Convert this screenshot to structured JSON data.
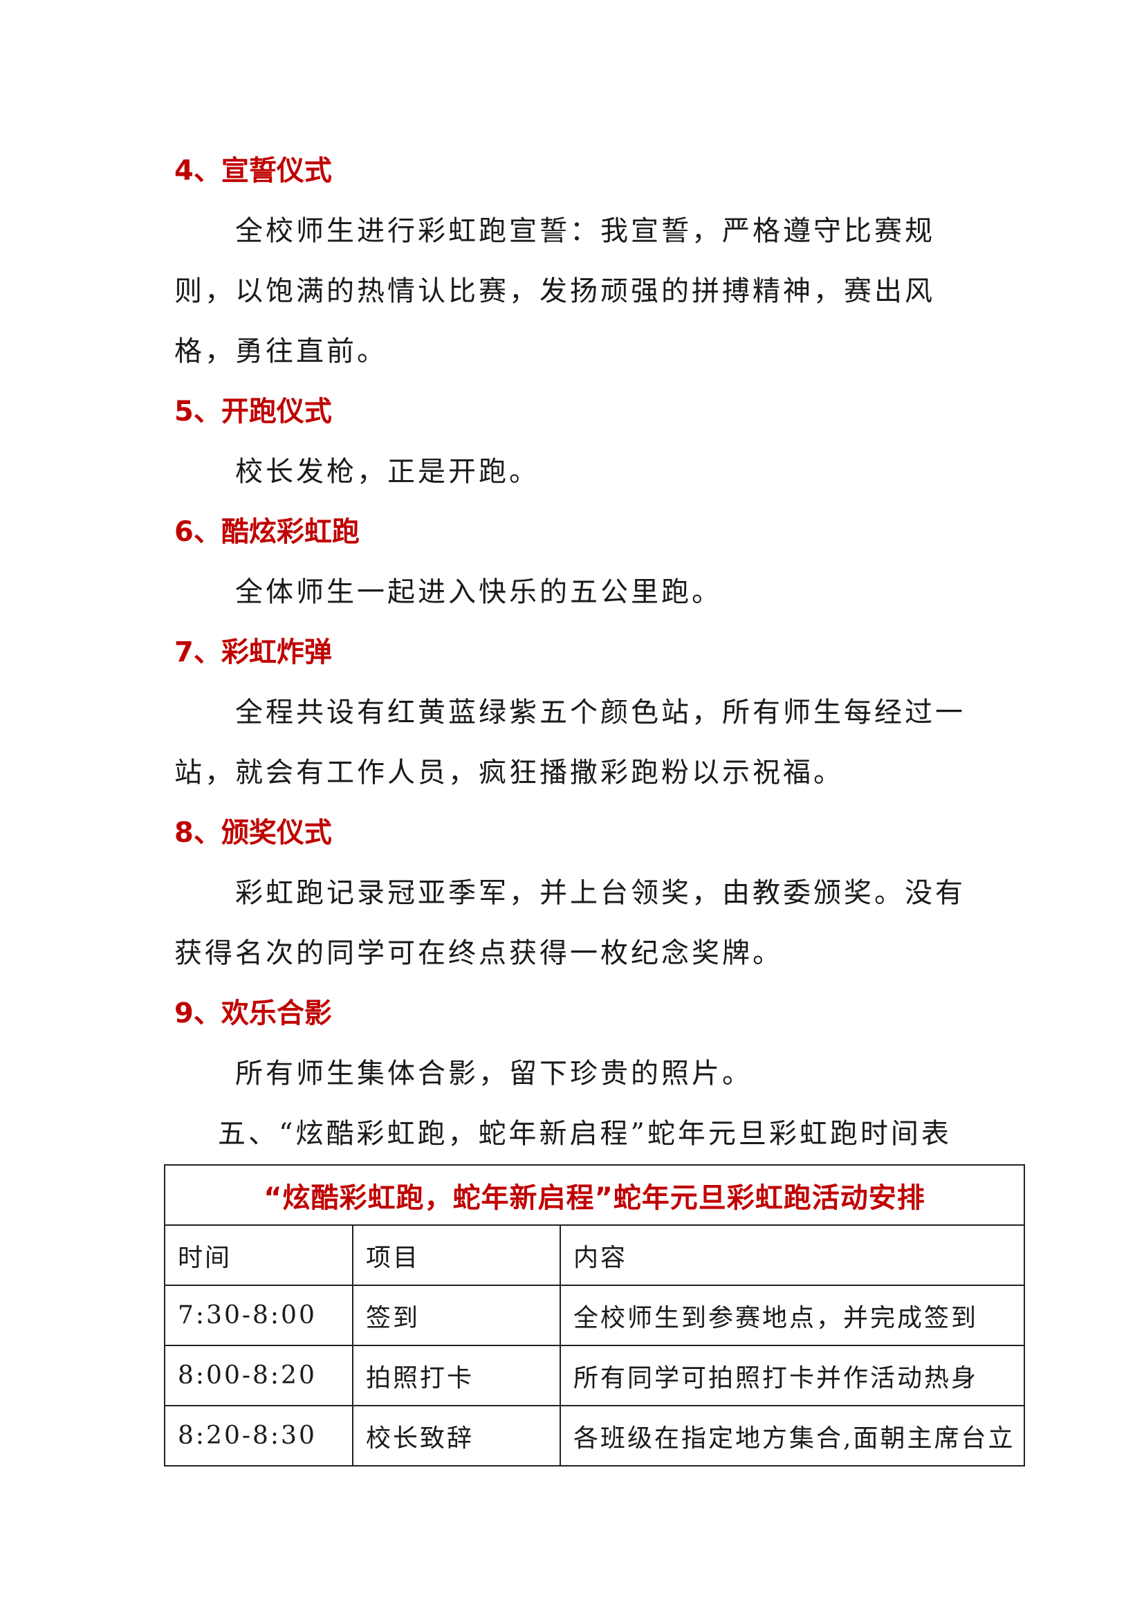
{
  "sections": [
    {
      "heading": "4、宣誓仪式",
      "body": "全校师生进行彩虹跑宣誓：我宣誓，严格遵守比赛规则，以饱满的热情认比赛，发扬顽强的拼搏精神，赛出风格，勇往直前。"
    },
    {
      "heading": "5、开跑仪式",
      "body": "校长发枪，正是开跑。"
    },
    {
      "heading": "6、酷炫彩虹跑",
      "body": "全体师生一起进入快乐的五公里跑。"
    },
    {
      "heading": "7、彩虹炸弹",
      "body": "全程共设有红黄蓝绿紫五个颜色站，所有师生每经过一站，就会有工作人员，疯狂播撒彩跑粉以示祝福。"
    },
    {
      "heading": "8、颁奖仪式",
      "body": "彩虹跑记录冠亚季军，并上台领奖，由教委颁奖。没有获得名次的同学可在终点获得一枚纪念奖牌。"
    },
    {
      "heading": "9、欢乐合影",
      "body": "所有师生集体合影，留下珍贵的照片。"
    }
  ],
  "table_caption": "五、“炫酷彩虹跑，蛇年新启程”蛇年元旦彩虹跑时间表",
  "table": {
    "title": "“炫酷彩虹跑，蛇年新启程”蛇年元旦彩虹跑活动安排",
    "headers": [
      "时间",
      "项目",
      "内容"
    ],
    "rows": [
      [
        "7:30-8:00",
        "签到",
        "全校师生到参赛地点，并完成签到"
      ],
      [
        "8:00-8:20",
        "拍照打卡",
        "所有同学可拍照打卡并作活动热身"
      ],
      [
        "8:20-8:30",
        "校长致辞",
        "各班级在指定地方集合,面朝主席台立"
      ]
    ]
  }
}
